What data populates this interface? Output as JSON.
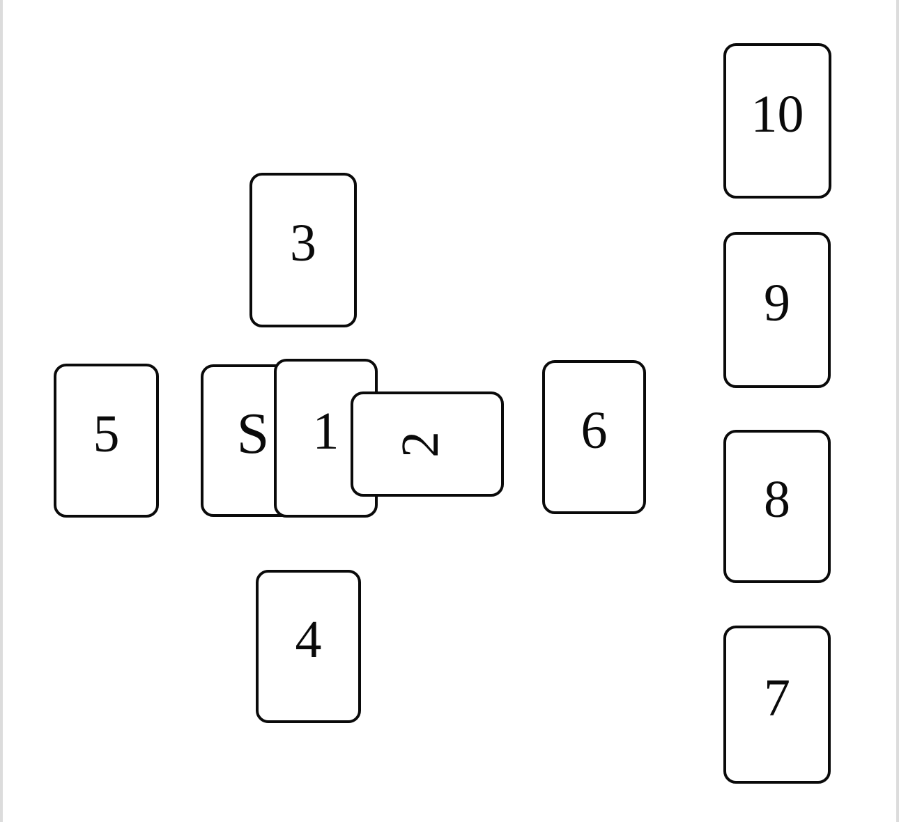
{
  "spread": {
    "cards": [
      {
        "id": "significator",
        "label": "S",
        "rotated": false
      },
      {
        "id": "position-1",
        "label": "1",
        "rotated": false
      },
      {
        "id": "position-2",
        "label": "2",
        "rotated": true
      },
      {
        "id": "position-3",
        "label": "3",
        "rotated": false
      },
      {
        "id": "position-4",
        "label": "4",
        "rotated": false
      },
      {
        "id": "position-5",
        "label": "5",
        "rotated": false
      },
      {
        "id": "position-6",
        "label": "6",
        "rotated": false
      },
      {
        "id": "position-7",
        "label": "7",
        "rotated": false
      },
      {
        "id": "position-8",
        "label": "8",
        "rotated": false
      },
      {
        "id": "position-9",
        "label": "9",
        "rotated": false
      },
      {
        "id": "position-10",
        "label": "10",
        "rotated": false
      }
    ]
  },
  "colors": {
    "card_border": "#0a0a0a",
    "card_background": "#ffffff",
    "page_background": "#ffffff",
    "edge_strip": "#dcdcdc",
    "text": "#0a0a0a"
  }
}
